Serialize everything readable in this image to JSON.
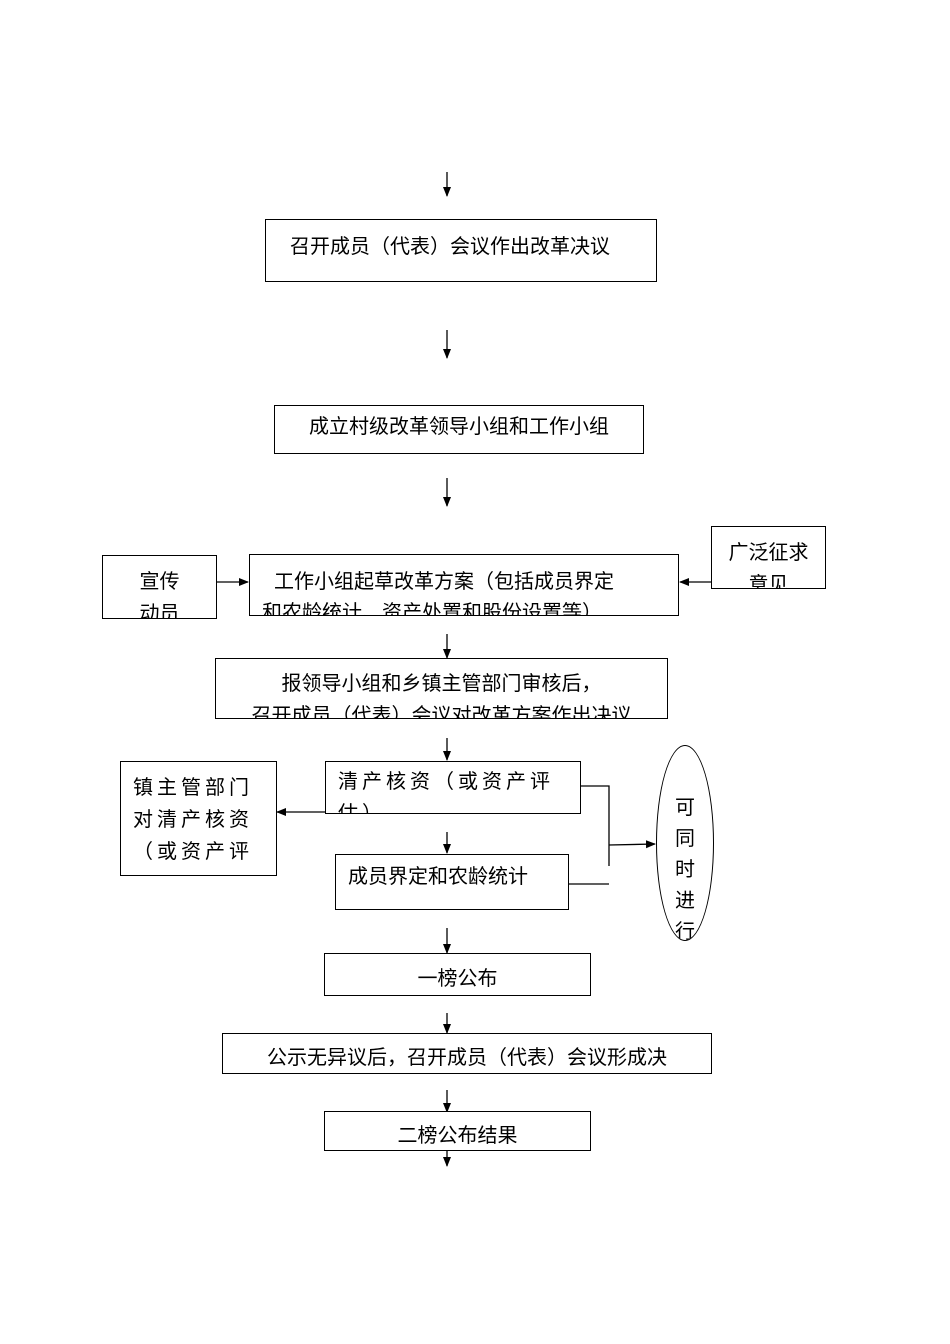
{
  "nodes": {
    "resolution": "召开成员（代表）会议作出改革决议",
    "leading_group": "成立村级改革领导小组和工作小组",
    "draft_plan_line1": "工作小组起草改革方案（包括成员界定",
    "draft_plan_line2": "和农龄统计、资产处置和股份设置等）",
    "publicity_line1": "宣传",
    "publicity_line2": "动员",
    "solicit_line1": "广泛征求",
    "solicit_line2": "意见",
    "review_line1": "报领导小组和乡镇主管部门审核后，",
    "review_line2": "召开成员（代表）会议对改革方案作出决议",
    "asset_check_line1": "清产核资（或资产评",
    "asset_check_line2": "估）",
    "town_dept_line1": "镇主管部门",
    "town_dept_line2": "对清产核资",
    "town_dept_line3": "（或资产评",
    "member_define": "成员界定和农龄统计",
    "simultaneous": "可\n同\n时\n进\n行",
    "first_publish": "一榜公布",
    "form_resolution": "公示无异议后，召开成员（代表）会议形成决",
    "second_publish": "二榜公布结果"
  }
}
